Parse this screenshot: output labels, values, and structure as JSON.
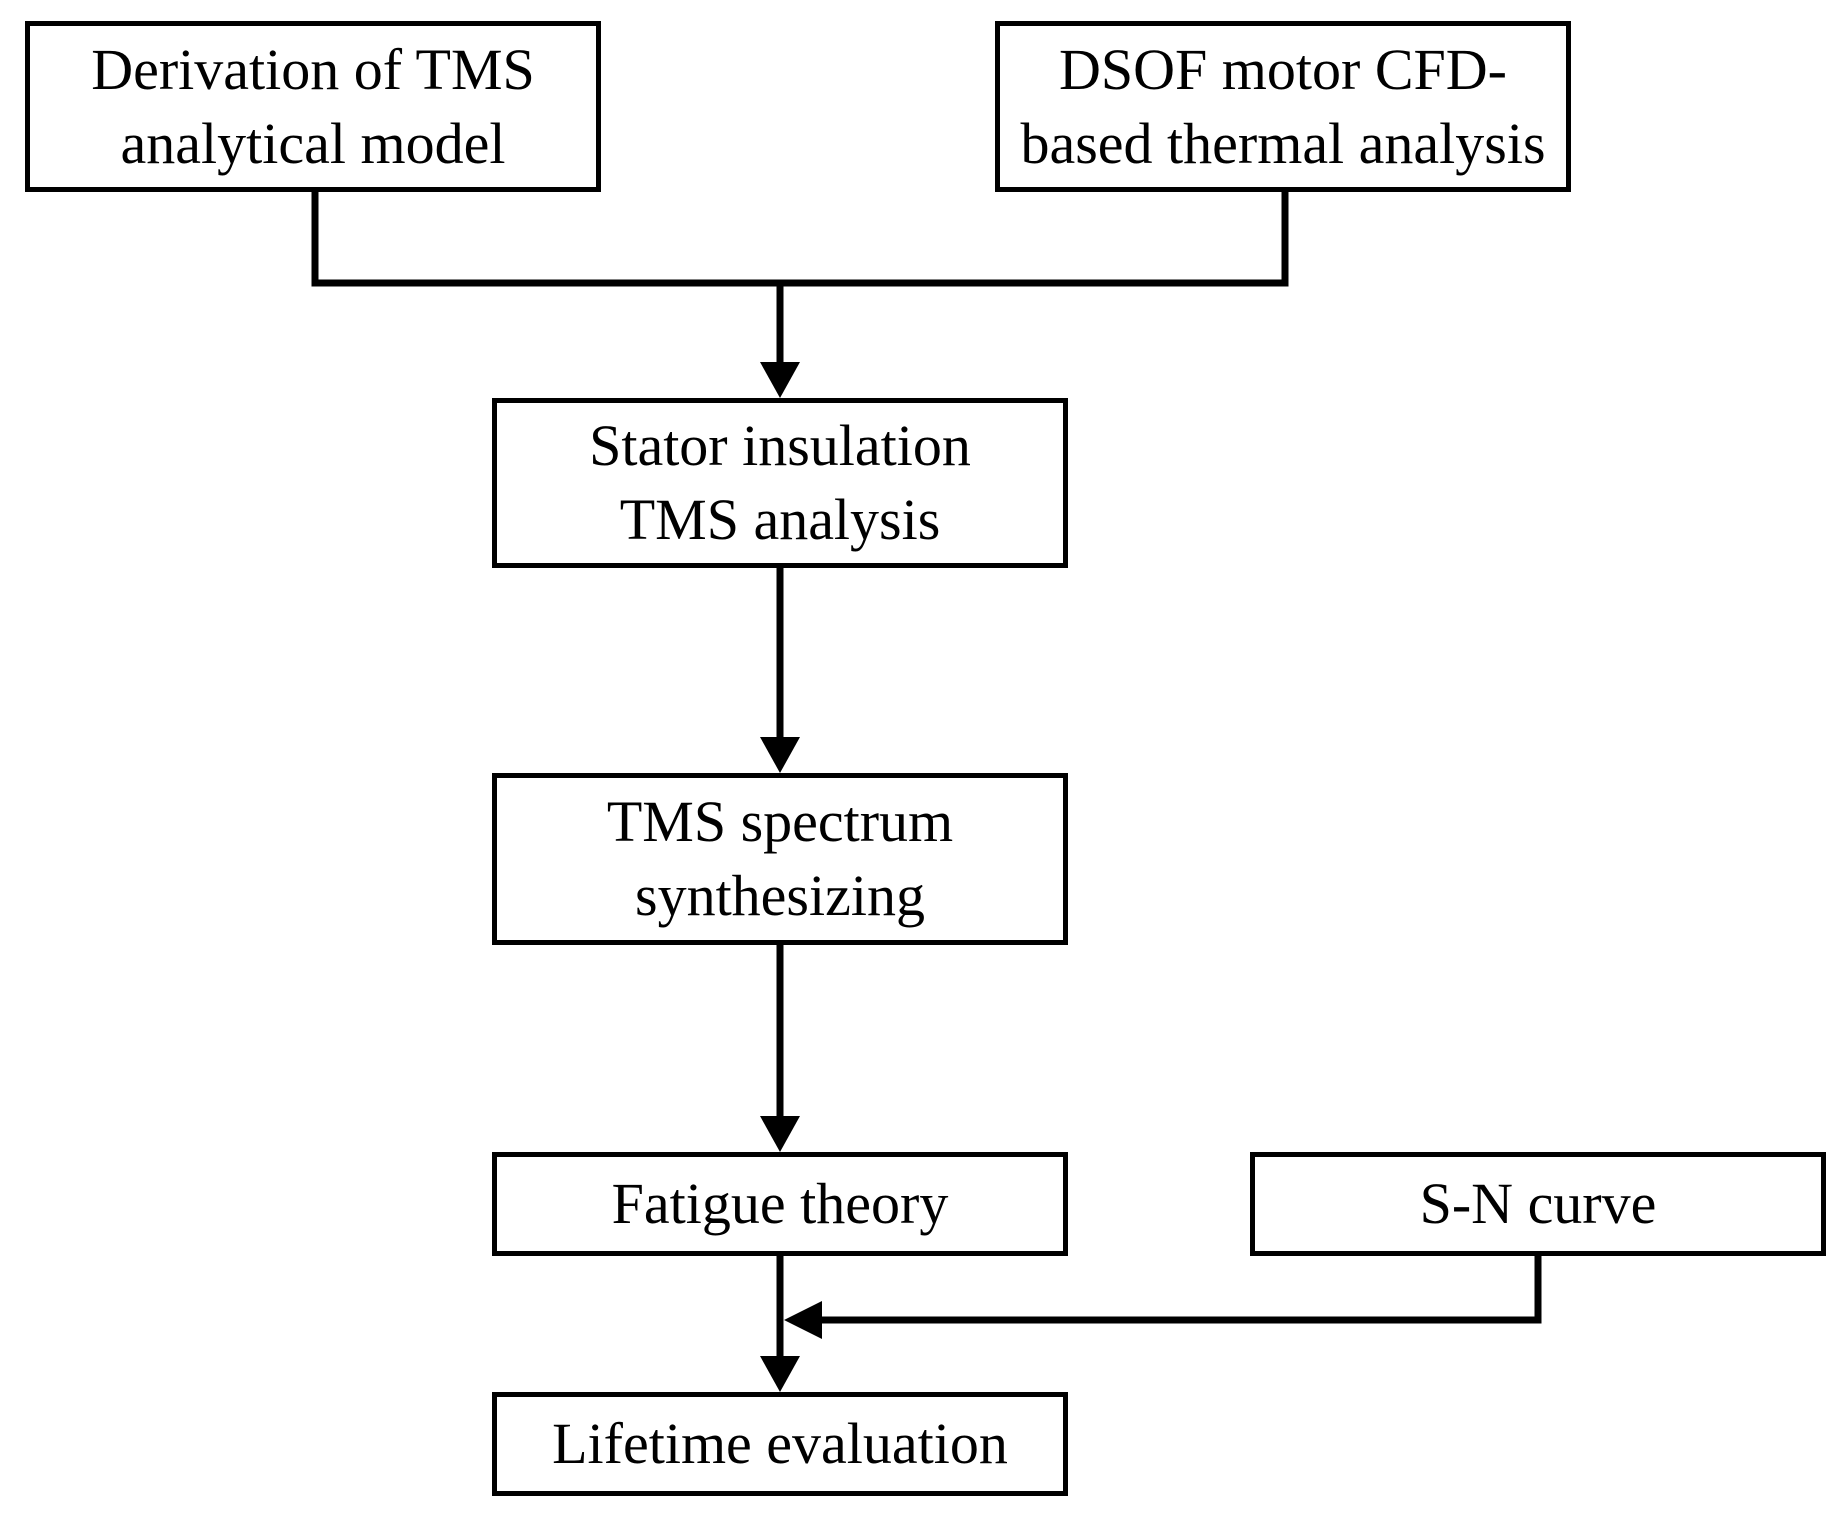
{
  "diagram": {
    "nodes": {
      "tms_model": {
        "lines": [
          "Derivation of TMS",
          "analytical model"
        ]
      },
      "cfd_thermal": {
        "lines": [
          "DSOF motor CFD-",
          "based thermal analysis"
        ]
      },
      "stator_tms": {
        "lines": [
          "Stator insulation",
          "TMS analysis"
        ]
      },
      "spectrum": {
        "lines": [
          "TMS spectrum",
          "synthesizing"
        ]
      },
      "fatigue": {
        "lines": [
          "Fatigue theory"
        ]
      },
      "sn_curve": {
        "lines": [
          "S-N curve"
        ]
      },
      "lifetime": {
        "lines": [
          "Lifetime evaluation"
        ]
      }
    },
    "edges": [
      {
        "from": "tms_model",
        "to": "stator_tms"
      },
      {
        "from": "cfd_thermal",
        "to": "stator_tms"
      },
      {
        "from": "stator_tms",
        "to": "spectrum"
      },
      {
        "from": "spectrum",
        "to": "fatigue"
      },
      {
        "from": "fatigue",
        "to": "lifetime"
      },
      {
        "from": "sn_curve",
        "to": "lifetime"
      }
    ],
    "colors": {
      "stroke": "#000000",
      "fill": "#ffffff"
    }
  }
}
